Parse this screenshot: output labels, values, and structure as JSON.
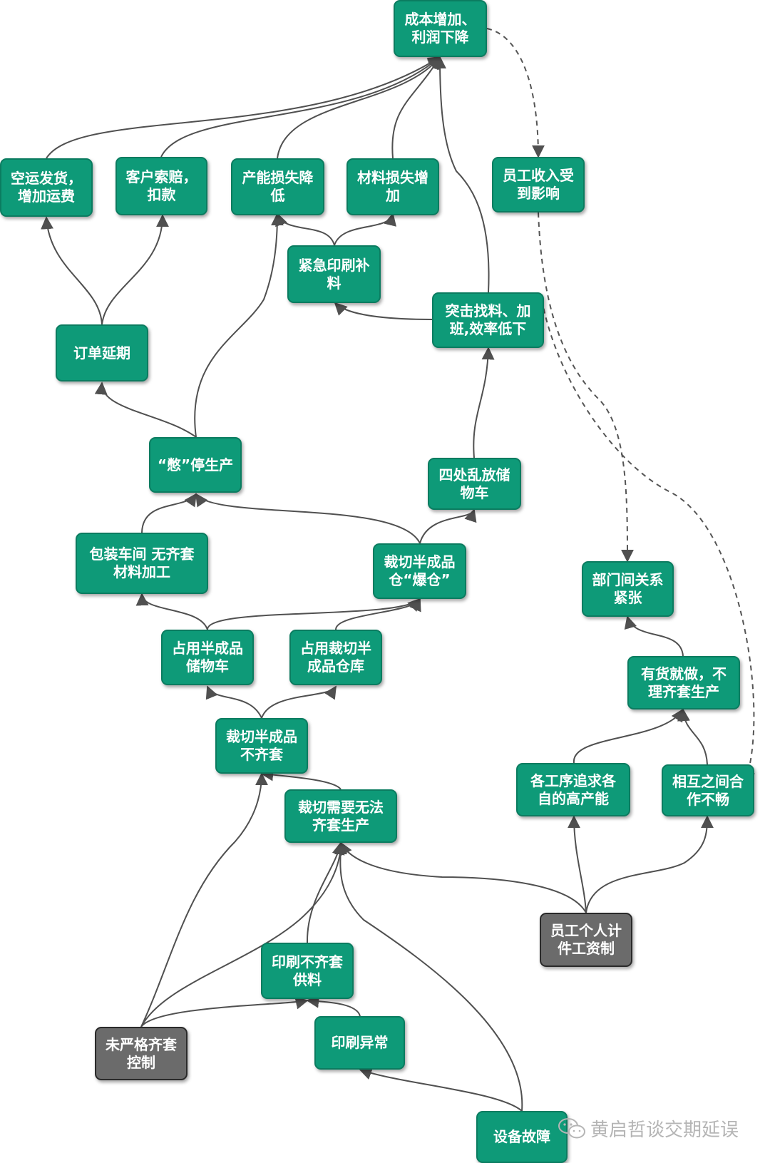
{
  "nodes": {
    "cost": {
      "label": "成本增加、\n利润下降",
      "color": "green"
    },
    "air": {
      "label": "空运发货，\n增加运费",
      "color": "green"
    },
    "claim": {
      "label": "客户索赔，\n扣款",
      "color": "green"
    },
    "caploss": {
      "label": "产能损失降\n低",
      "color": "green"
    },
    "matloss": {
      "label": "材料损失增\n加",
      "color": "green"
    },
    "income": {
      "label": "员工收入受\n到影响",
      "color": "green"
    },
    "urgent": {
      "label": "紧急印刷补\n料",
      "color": "green"
    },
    "rush": {
      "label": "突击找料、加\n班,效率低下",
      "color": "green"
    },
    "delay": {
      "label": "订单延期",
      "color": "green"
    },
    "halt": {
      "label": "“憋”停生产",
      "color": "green"
    },
    "chaos": {
      "label": "四处乱放储\n物车",
      "color": "green"
    },
    "pack": {
      "label": "包装车间 无齐套\n材料加工",
      "color": "green"
    },
    "full": {
      "label": "裁切半成品\n仓“爆仓”",
      "color": "green"
    },
    "dept": {
      "label": "部门间关系\n紧张",
      "color": "green"
    },
    "occcart": {
      "label": "占用半成品\n储物车",
      "color": "green"
    },
    "occwh": {
      "label": "占用裁切半\n成品仓库",
      "color": "green"
    },
    "anyway": {
      "label": "有货就做，不\n理齐套生产",
      "color": "green"
    },
    "cutinc": {
      "label": "裁切半成品\n不齐套",
      "color": "green"
    },
    "cutneed": {
      "label": "裁切需要无法\n齐套生产",
      "color": "green"
    },
    "proc": {
      "label": "各工序追求各\n自的高产能",
      "color": "green"
    },
    "coop": {
      "label": "相互之间合\n作不畅",
      "color": "green"
    },
    "piece": {
      "label": "员工个人计\n件工资制",
      "color": "gray"
    },
    "printinc": {
      "label": "印刷不齐套\n供料",
      "color": "green"
    },
    "nostrict": {
      "label": "未严格齐套\n控制",
      "color": "gray"
    },
    "printabn": {
      "label": "印刷异常",
      "color": "green"
    },
    "equip": {
      "label": "设备故障",
      "color": "green"
    }
  },
  "watermark": "黄启哲谈交期延误",
  "colors": {
    "node_fill": "#0e9a78",
    "node_border": "#0b7c60",
    "root_fill": "#6b6b6b",
    "root_border": "#2a2a2a",
    "edge": "#505050",
    "dashed_edge": "#555555",
    "watermark": "#b5b5b5"
  }
}
